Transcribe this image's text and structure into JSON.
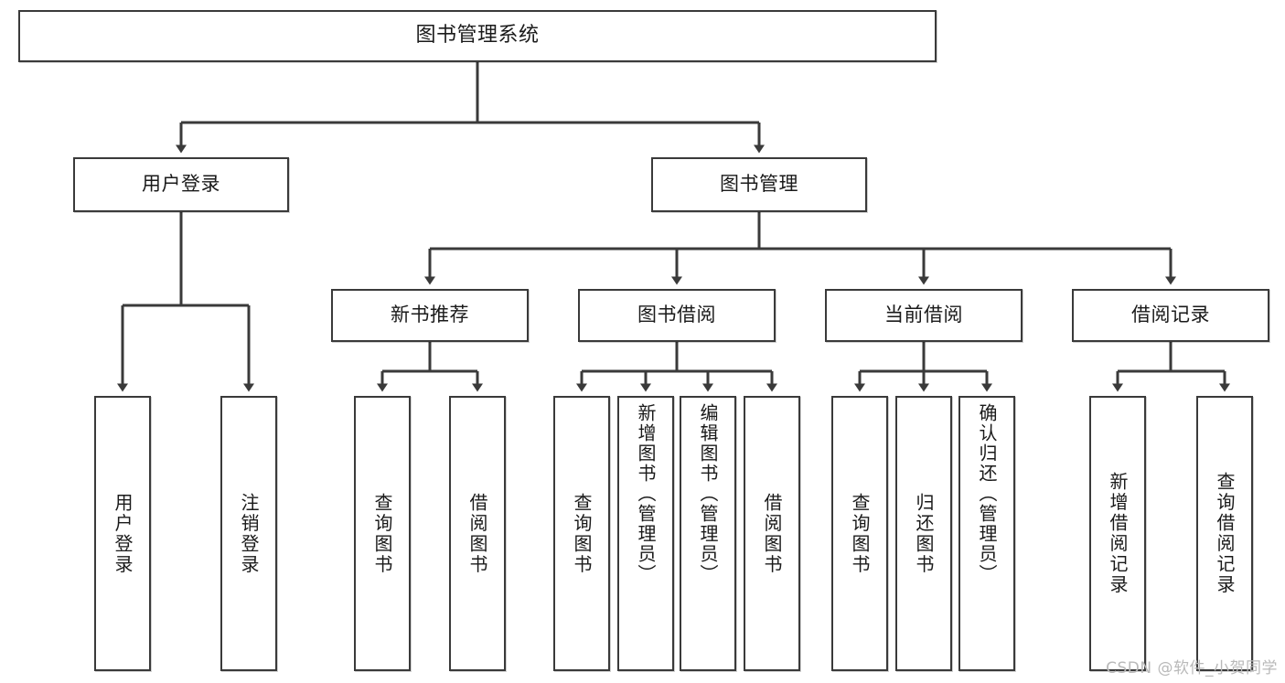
{
  "diagram": {
    "title": "图书管理系统",
    "type": "tree-hierarchy",
    "orientation": "top-down",
    "line_color": "#3a3a3a",
    "box_fill": "#ffffff",
    "text_color": "#1a1a1a"
  },
  "root": {
    "label": "图书管理系统"
  },
  "level2": [
    {
      "label": "用户登录"
    },
    {
      "label": "图书管理"
    }
  ],
  "level3": [
    {
      "label": "新书推荐"
    },
    {
      "label": "图书借阅"
    },
    {
      "label": "当前借阅"
    },
    {
      "label": "借阅记录"
    }
  ],
  "leaves": {
    "user_login": [
      {
        "label": "用户登录"
      },
      {
        "label": "注销登录"
      }
    ],
    "new_book": [
      {
        "label": "查询图书"
      },
      {
        "label": "借阅图书"
      }
    ],
    "book_borrow": [
      {
        "label": "查询图书"
      },
      {
        "label": "新增图书（管理员）"
      },
      {
        "label": "编辑图书（管理员）"
      },
      {
        "label": "借阅图书"
      }
    ],
    "current_borrow": [
      {
        "label": "查询图书"
      },
      {
        "label": "归还图书"
      },
      {
        "label": "确认归还（管理员）"
      }
    ],
    "borrow_record": [
      {
        "label": "新增借阅记录"
      },
      {
        "label": "查询借阅记录"
      }
    ]
  },
  "watermark": {
    "text": "CSDN @软件_小贺同学"
  }
}
